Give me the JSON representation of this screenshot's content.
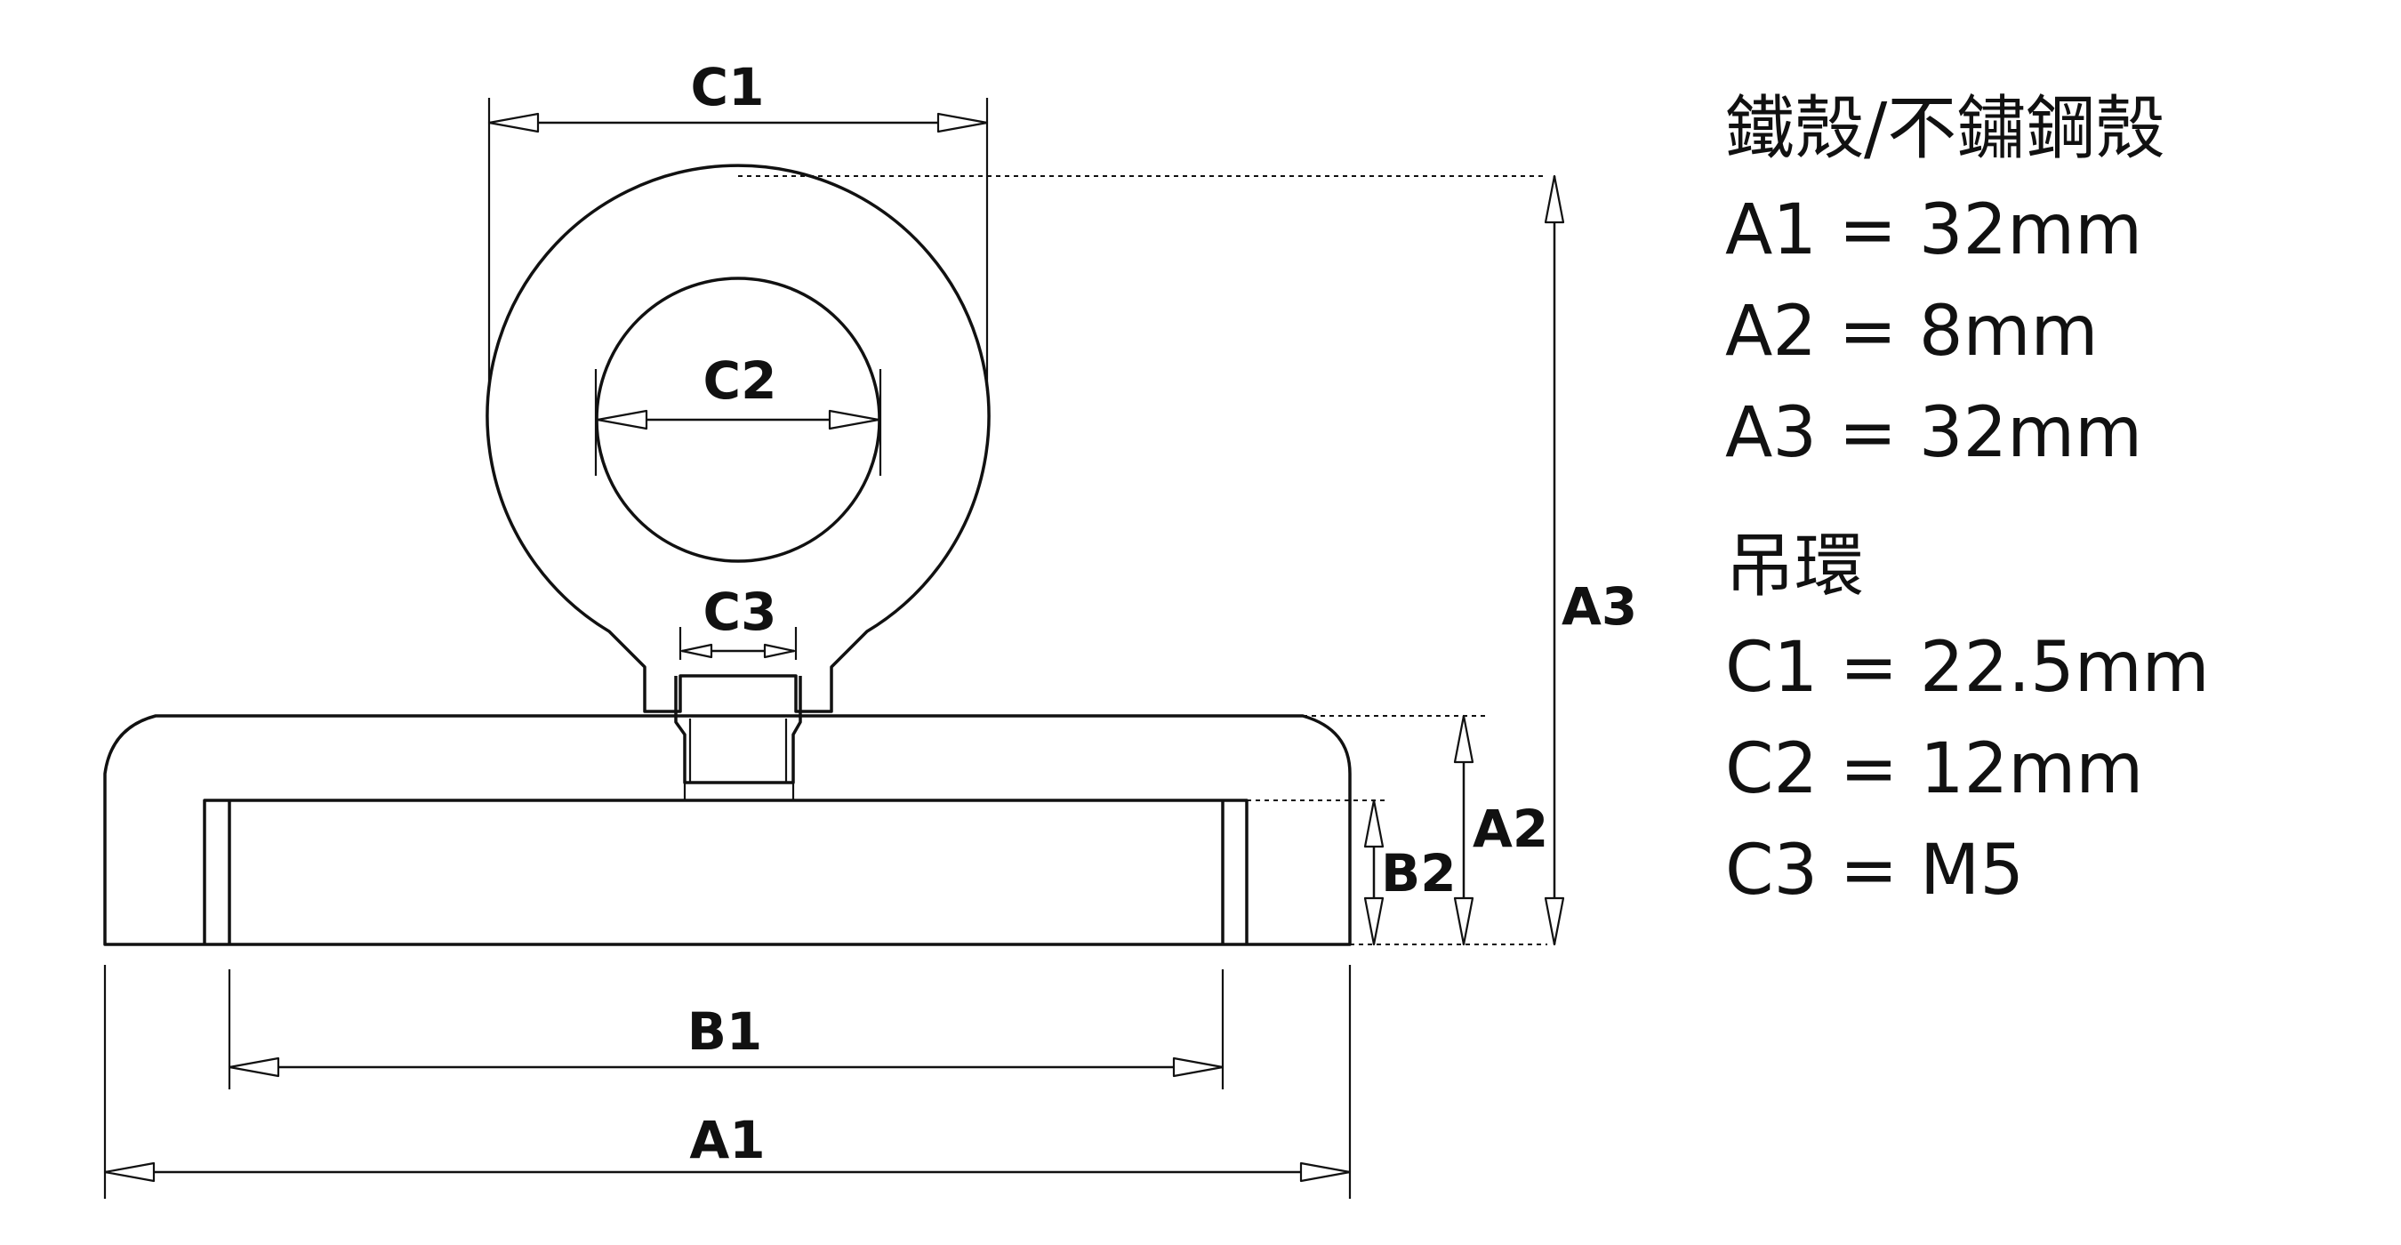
{
  "dimension_labels": {
    "c1": "C1",
    "c2": "C2",
    "c3": "C3",
    "a1": "A1",
    "a2": "A2",
    "a3": "A3",
    "b1": "B1",
    "b2": "B2"
  },
  "spec": {
    "shell_heading": "鐵殼/不鏽鋼殼",
    "shell_lines": [
      "A1 = 32mm",
      "A2 = 8mm",
      "A3 = 32mm"
    ],
    "ring_heading": "吊環",
    "ring_lines": [
      "C1 = 22.5mm",
      "C2 = 12mm",
      "C3 = M5"
    ]
  }
}
